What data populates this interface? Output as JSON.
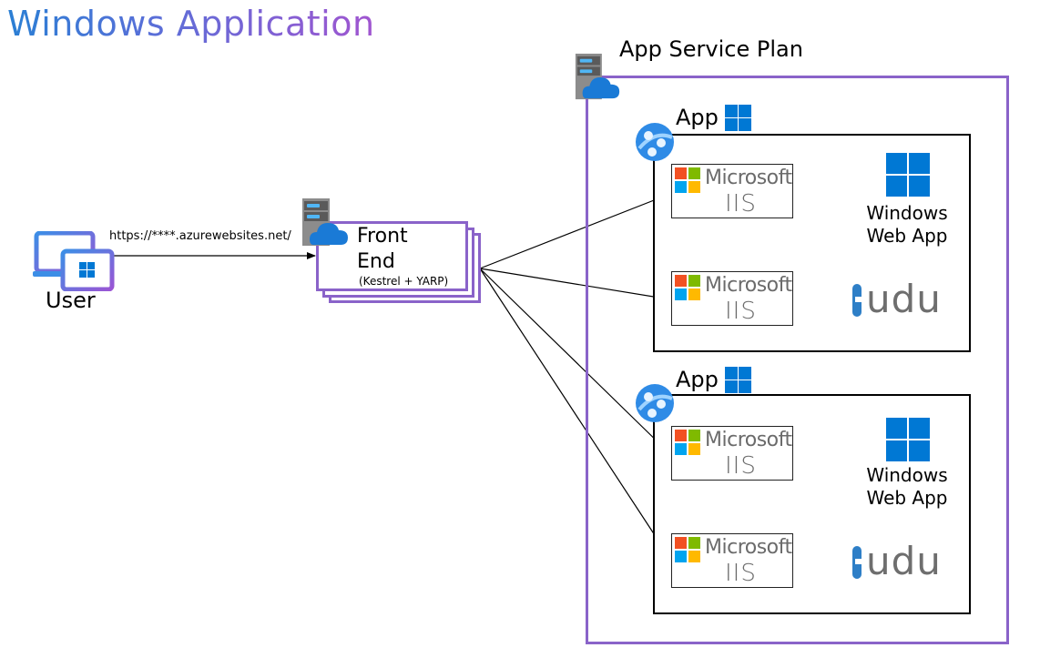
{
  "title": "Windows Application",
  "plan": {
    "label": "App Service Plan"
  },
  "user": {
    "label": "User",
    "url": "https://****.azurewebsites.net/"
  },
  "front_end": {
    "line1": "Front",
    "line2": "End",
    "detail": "(Kestrel + YARP)"
  },
  "apps": [
    {
      "label": "App",
      "iis_brand": "Microsoft",
      "iis_name": "IIS",
      "web_app_line1": "Windows",
      "web_app_line2": "Web App",
      "kudu": "udu"
    },
    {
      "label": "App",
      "iis_brand": "Microsoft",
      "iis_name": "IIS",
      "web_app_line1": "Windows",
      "web_app_line2": "Web App",
      "kudu": "udu"
    }
  ],
  "colors": {
    "accent_purple": "#8a63c9",
    "windows_blue": "#0078d4",
    "title_gradient_start": "#2a7fd4",
    "title_gradient_end": "#a155d0"
  },
  "icons": [
    "server-cloud-icon",
    "windows-logo-icon",
    "app-service-icon",
    "microsoft-logo-icon",
    "kudu-icon",
    "laptop-user-icon"
  ]
}
